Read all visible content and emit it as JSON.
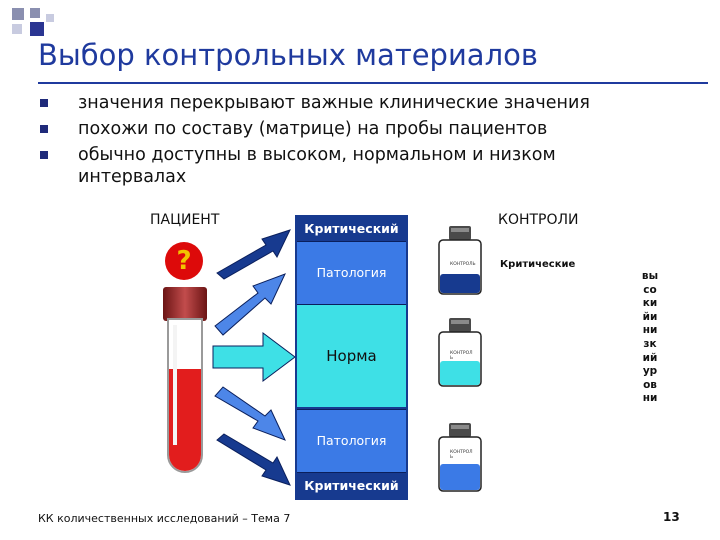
{
  "title": "Выбор контрольных материалов",
  "bullets": [
    "значения перекрывают важные клинические значения",
    "похожи по составу (матрице) на пробы пациентов",
    "обычно доступны в высоком, нормальном и низком интервалах"
  ],
  "patient_label": "ПАЦИЕНТ",
  "question_mark": "?",
  "controls_label": "КОНТРОЛИ",
  "scale": {
    "top_critical": "Критический",
    "top_pathology": "Патология",
    "normal": "Норма",
    "bottom_pathology": "Патология",
    "bottom_critical": "Критический"
  },
  "critical_controls_label": "Критические",
  "bottle_labels": [
    "КОНТРОЛЬ",
    "КОНТРОЛ Ь",
    "КОНТРОЛ Ь"
  ],
  "vertical_text": "высокийинизкийуровни",
  "footer": "КК количественных исследований – Тема 7",
  "page_number": "13",
  "colors": {
    "title": "#1f3a9e",
    "scale_dark": "#173a8f",
    "pathology": "#3b7ae6",
    "normal": "#3ee0e6",
    "blood": "#e21d1d"
  }
}
